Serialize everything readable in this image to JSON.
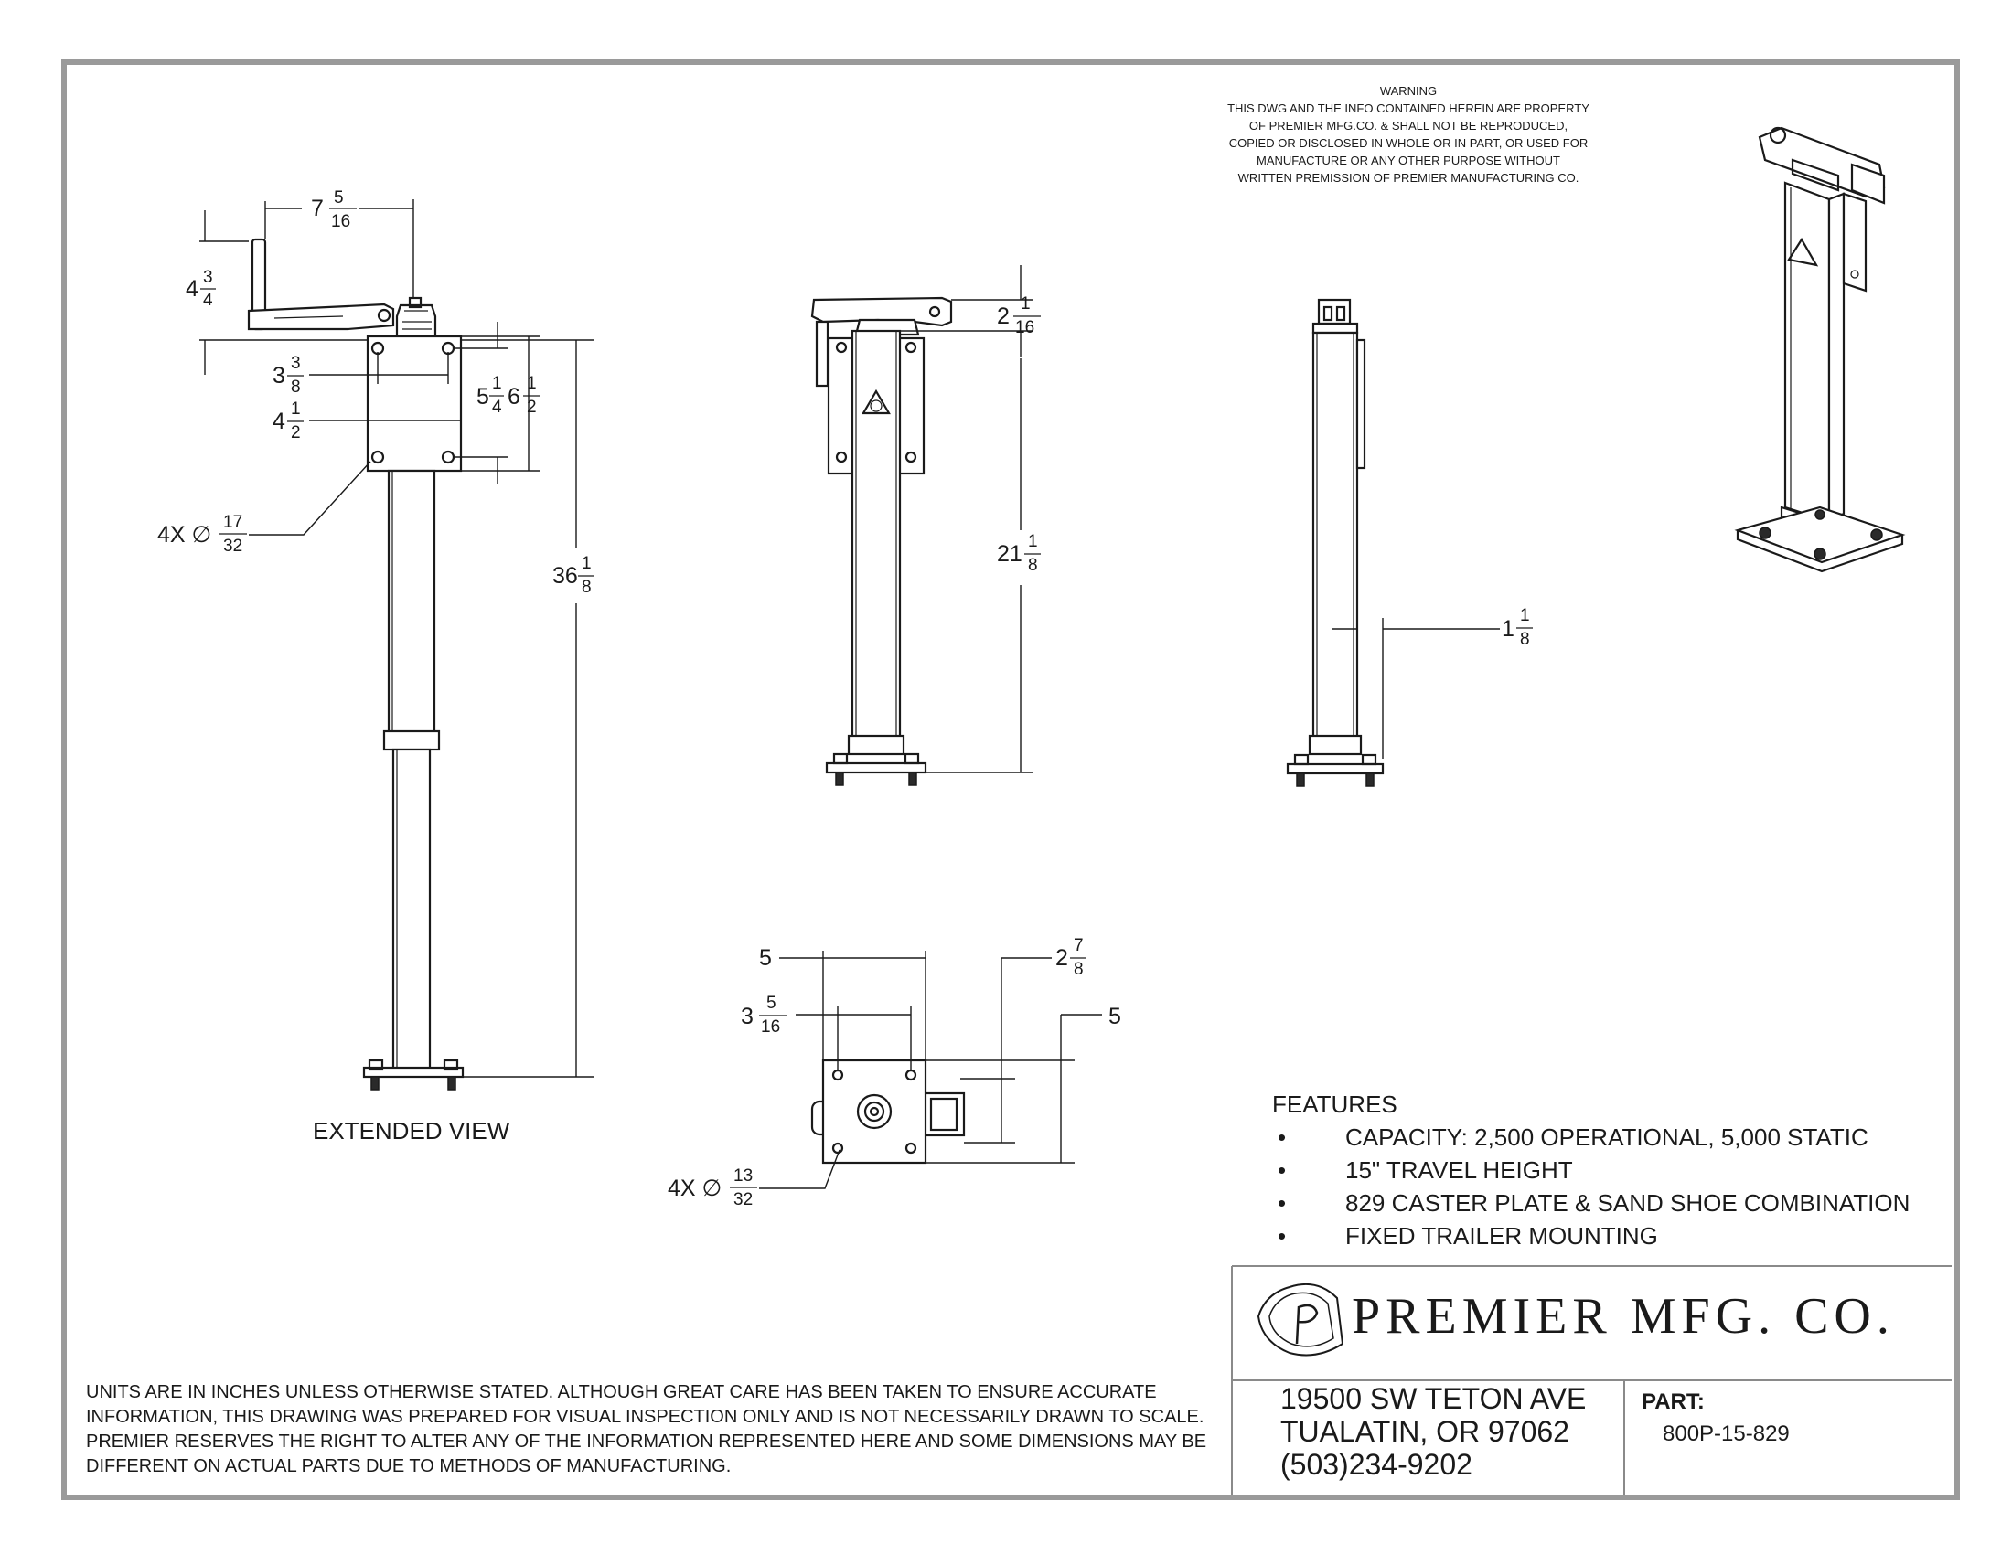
{
  "warning": {
    "title": "WARNING",
    "lines": [
      "THIS DWG AND THE INFO CONTAINED HEREIN ARE PROPERTY",
      "OF PREMIER MFG.CO. & SHALL NOT BE REPRODUCED,",
      "COPIED OR DISCLOSED IN WHOLE OR IN PART, OR USED FOR",
      "MANUFACTURE OR ANY OTHER PURPOSE WITHOUT",
      "WRITTEN PREMISSION OF PREMIER MANUFACTURING CO."
    ]
  },
  "views": {
    "extended_label": "EXTENDED VIEW"
  },
  "dimensions": {
    "handle_width": {
      "whole": "7",
      "num": "5",
      "den": "16"
    },
    "handle_height": {
      "whole": "4",
      "num": "3",
      "den": "4"
    },
    "hole_spacing_x": {
      "whole": "3",
      "num": "3",
      "den": "8"
    },
    "plate_width": {
      "whole": "4",
      "num": "1",
      "den": "2"
    },
    "hole_spacing_y": {
      "whole": "5",
      "num": "1",
      "den": "4"
    },
    "plate_height": {
      "whole": "6",
      "num": "1",
      "den": "2"
    },
    "mount_holes": {
      "prefix": "4X ∅",
      "num": "17",
      "den": "32"
    },
    "extended_height": {
      "whole": "36",
      "num": "1",
      "den": "8"
    },
    "top_offset": {
      "whole": "2",
      "num": "1",
      "den": "16"
    },
    "retracted_height": {
      "whole": "21",
      "num": "1",
      "den": "8"
    },
    "side_offset": {
      "whole": "1",
      "num": "1",
      "den": "8"
    },
    "base_width": "5",
    "base_hole_x": {
      "whole": "3",
      "num": "5",
      "den": "16"
    },
    "base_offset": {
      "whole": "2",
      "num": "7",
      "den": "8"
    },
    "base_depth": "5",
    "base_holes": {
      "prefix": "4X ∅",
      "num": "13",
      "den": "32"
    }
  },
  "features": {
    "heading": "FEATURES",
    "bullet": "•",
    "items": [
      "CAPACITY: 2,500 OPERATIONAL, 5,000 STATIC",
      "15\" TRAVEL HEIGHT",
      "829 CASTER PLATE & SAND SHOE COMBINATION",
      "FIXED TRAILER MOUNTING"
    ]
  },
  "disclaimer": "UNITS ARE IN INCHES UNLESS OTHERWISE STATED.  ALTHOUGH GREAT CARE HAS BEEN TAKEN TO ENSURE ACCURATE INFORMATION, THIS DRAWING WAS PREPARED FOR VISUAL INSPECTION ONLY AND IS NOT NECESSARILY DRAWN TO SCALE.  PREMIER RESERVES THE RIGHT TO ALTER ANY OF THE INFORMATION REPRESENTED HERE AND SOME DIMENSIONS MAY BE DIFFERENT ON ACTUAL PARTS DUE TO METHODS OF MANUFACTURING.",
  "title_block": {
    "company": "PREMIER  MFG.  CO.",
    "address_lines": [
      "19500 SW TETON AVE",
      "TUALATIN, OR 97062",
      "(503)234-9202"
    ],
    "part_label": "PART:",
    "part_number": "800P-15-829",
    "logo_icon": "premier-logo-icon"
  }
}
